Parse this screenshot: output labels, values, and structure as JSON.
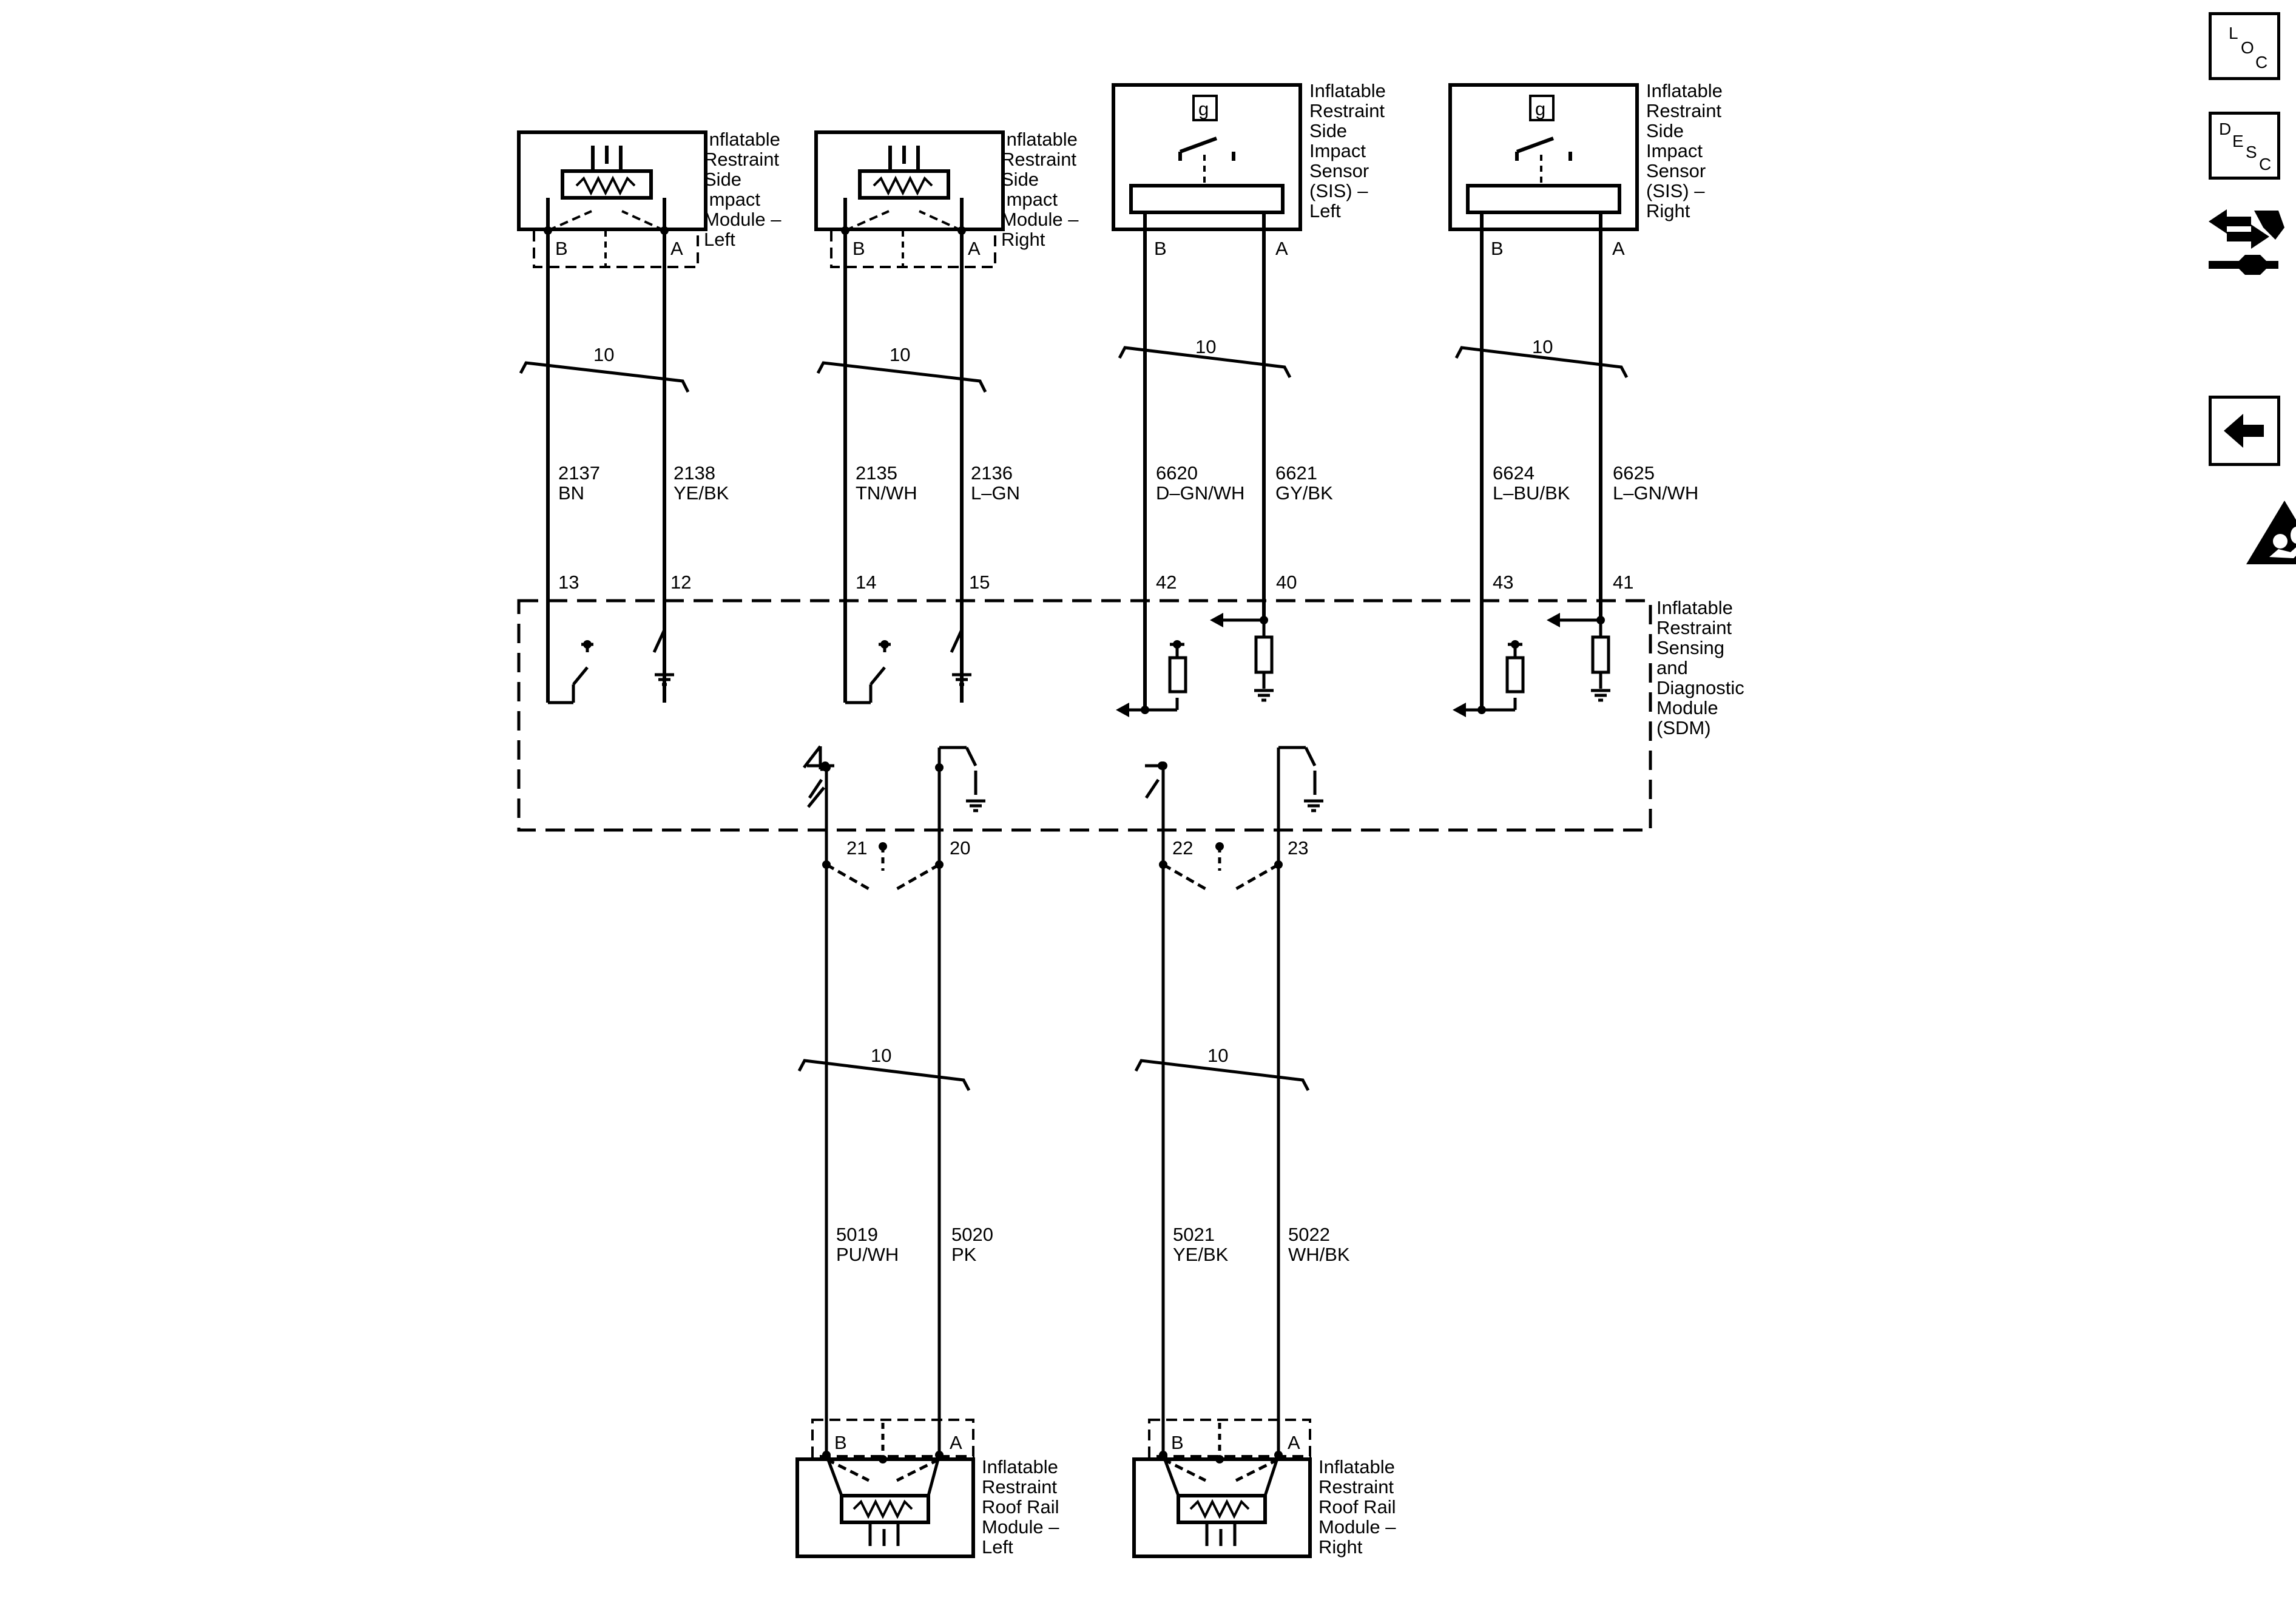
{
  "components": {
    "sim_left": {
      "label_lines": [
        "Inflatable",
        "Restraint",
        "Side",
        "Impact",
        "Module –",
        "Left"
      ]
    },
    "sim_right": {
      "label_lines": [
        "Inflatable",
        "Restraint",
        "Side",
        "Impact",
        "Module –",
        "Right"
      ]
    },
    "sis_left": {
      "label_lines": [
        "Inflatable",
        "Restraint",
        "Side",
        "Impact",
        "Sensor",
        "(SIS) –",
        "Left"
      ]
    },
    "sis_right": {
      "label_lines": [
        "Inflatable",
        "Restraint",
        "Side",
        "Impact",
        "Sensor",
        "(SIS) –",
        "Right"
      ]
    },
    "sdm": {
      "label_lines": [
        "Inflatable",
        "Restraint",
        "Sensing",
        "and",
        "Diagnostic",
        "Module",
        "(SDM)"
      ]
    },
    "rrm_left": {
      "label_lines": [
        "Inflatable",
        "Restraint",
        "Roof Rail",
        "Module –",
        "Left"
      ]
    },
    "rrm_right": {
      "label_lines": [
        "Inflatable",
        "Restraint",
        "Roof Rail",
        "Module –",
        "Right"
      ]
    }
  },
  "sensor_symbol": "g",
  "twist_label": "10",
  "terminals": {
    "b": "B",
    "a": "A"
  },
  "circuits": [
    {
      "id": "2137",
      "color": "BN",
      "sdm_pin": "13"
    },
    {
      "id": "2138",
      "color": "YE/BK",
      "sdm_pin": "12"
    },
    {
      "id": "2135",
      "color": "TN/WH",
      "sdm_pin": "14"
    },
    {
      "id": "2136",
      "color": "L–GN",
      "sdm_pin": "15"
    },
    {
      "id": "6620",
      "color": "D–GN/WH",
      "sdm_pin": "42"
    },
    {
      "id": "6621",
      "color": "GY/BK",
      "sdm_pin": "40"
    },
    {
      "id": "6624",
      "color": "L–BU/BK",
      "sdm_pin": "43"
    },
    {
      "id": "6625",
      "color": "L–GN/WH",
      "sdm_pin": "41"
    },
    {
      "id": "5019",
      "color": "PU/WH",
      "sdm_pin": "21"
    },
    {
      "id": "5020",
      "color": "PK",
      "sdm_pin": "20"
    },
    {
      "id": "5021",
      "color": "YE/BK",
      "sdm_pin": "22"
    },
    {
      "id": "5022",
      "color": "WH/BK",
      "sdm_pin": "23"
    }
  ],
  "nav": {
    "loc": {
      "l1": "L",
      "l2": "O",
      "l3": "C"
    },
    "desc": {
      "l1": "D",
      "l2": "E",
      "l3": "S",
      "l4": "C"
    },
    "icons": [
      "connector-repair-icon",
      "back-arrow-icon",
      "airbag-warning-icon"
    ]
  }
}
